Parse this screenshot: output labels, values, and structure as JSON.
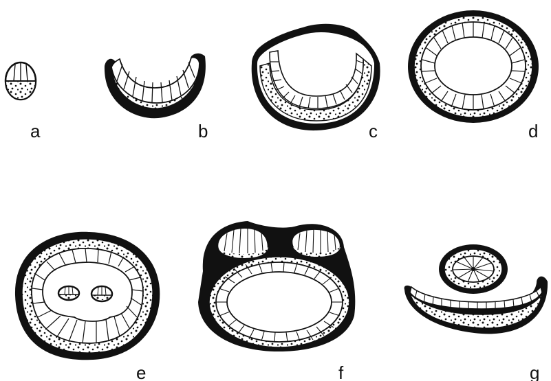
{
  "figure": {
    "panels": [
      {
        "id": "a",
        "label": "a"
      },
      {
        "id": "b",
        "label": "b"
      },
      {
        "id": "c",
        "label": "c"
      },
      {
        "id": "d",
        "label": "d"
      },
      {
        "id": "e",
        "label": "e"
      },
      {
        "id": "f",
        "label": "f"
      },
      {
        "id": "g",
        "label": "g"
      }
    ],
    "colors": {
      "outline": "#111111",
      "epithelium_fill": "#ffffff",
      "stipple_fill": "#ffffff",
      "dot": "#111111",
      "background": "#ffffff"
    }
  }
}
